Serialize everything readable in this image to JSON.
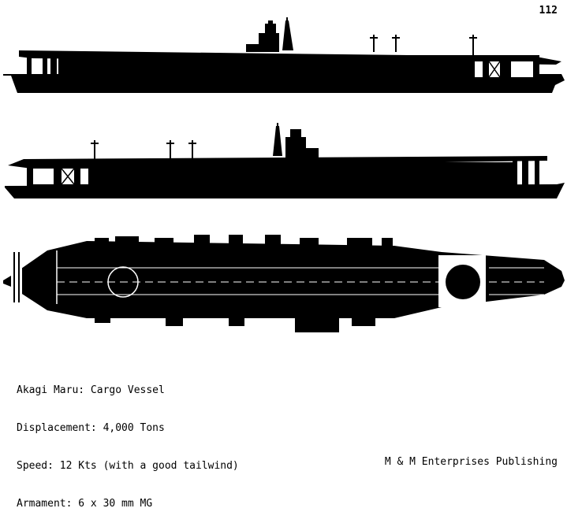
{
  "page_number": "112",
  "caption": {
    "name_line": "Akagi Maru: Cargo Vessel",
    "displacement_line": "Displacement: 4,000 Tons",
    "speed_line": "Speed: 12 Kts (with a good tailwind)",
    "armament_line": "Armament: 6 x 30 mm MG"
  },
  "publisher": "M & M Enterprises Publishing",
  "colors": {
    "ink": "#000000",
    "paper": "#ffffff"
  }
}
